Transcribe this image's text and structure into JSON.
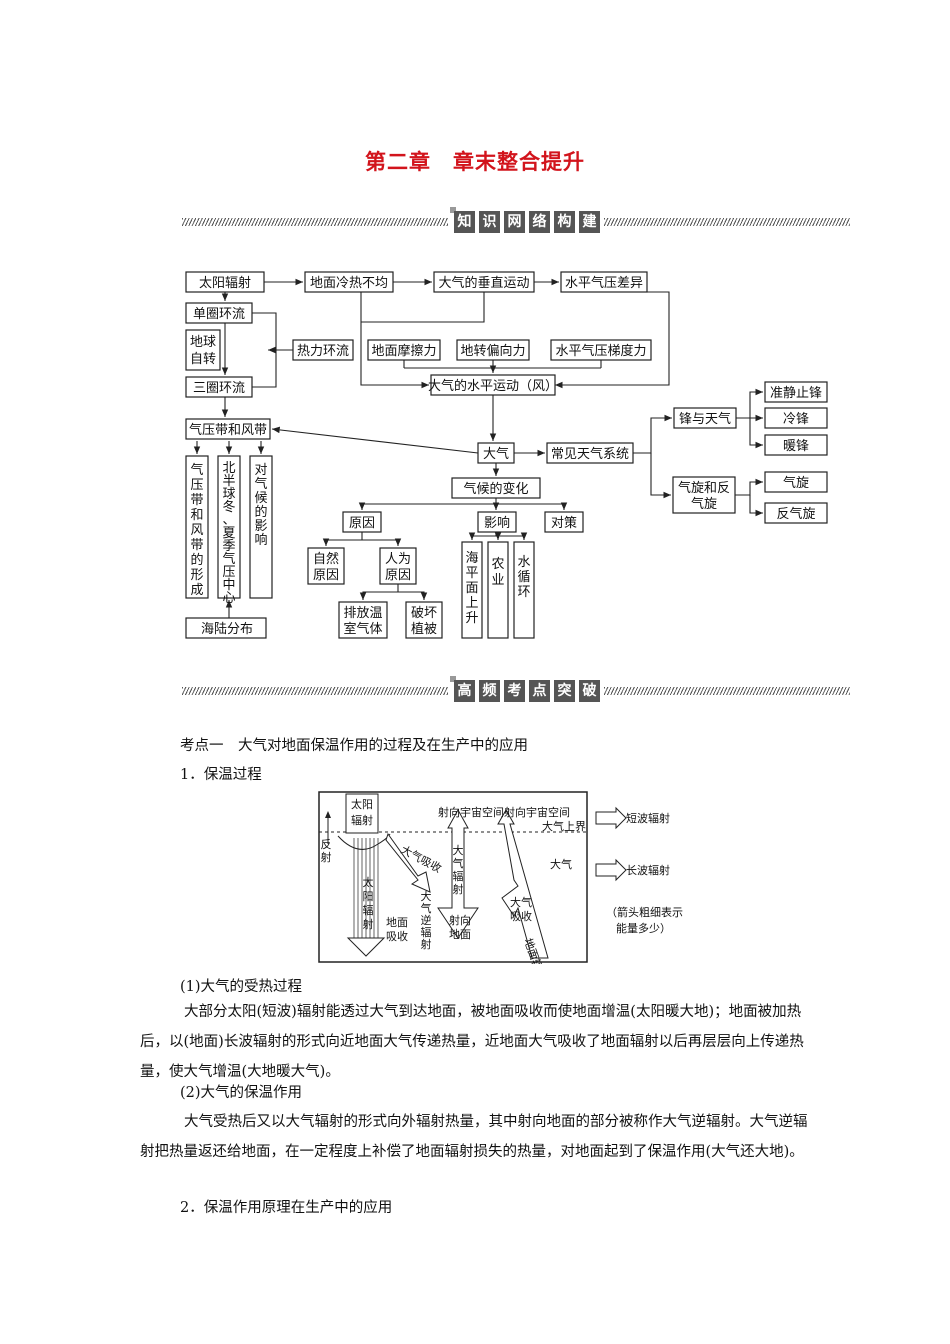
{
  "title": "第二章　章末整合提升",
  "section1": {
    "chars": [
      "知",
      "识",
      "网",
      "络",
      "构",
      "建"
    ]
  },
  "section2": {
    "chars": [
      "高",
      "频",
      "考",
      "点",
      "突",
      "破"
    ]
  },
  "mindmap": {
    "taiyang": "太阳辐射",
    "dimian_lengre": "地面冷热不均",
    "chuizhi": "大气的垂直运动",
    "shuiping_qiya": "水平气压差异",
    "danquan": "单圈环流",
    "diqiu_zizhuan": [
      "地球",
      "自转"
    ],
    "reli": "热力环流",
    "mocali": "地面摩擦力",
    "pianxiangli": "地转偏向力",
    "tiduli": "水平气压梯度力",
    "sanquan": "三圈环流",
    "shuiping_yundong": "大气的水平运动（风）",
    "qiyadai": "气压带和风带",
    "qiyadai_xingcheng": "气压带和风带的形成",
    "banqiu": "北半球冬、夏季气压中心",
    "qihou_yingxiang": "对气候的影响",
    "hailu": "海陆分布",
    "daqi": "大气",
    "tianqi": "常见天气系统",
    "feng": "锋与天气",
    "zhunjing": "准静止锋",
    "lengfeng": "冷锋",
    "nuanfeng": "暖锋",
    "qixuan": [
      "气旋和反",
      "气旋"
    ],
    "qixuan2": "气旋",
    "fanqixuan": "反气旋",
    "qihou_bianhua": "气候的变化",
    "yuanyin": "原因",
    "yingxiang": "影响",
    "duice": "对策",
    "ziran": [
      "自然",
      "原因"
    ],
    "renwei": [
      "人为",
      "原因"
    ],
    "paifang": [
      "排放温",
      "室气体"
    ],
    "pohuai": [
      "破坏",
      "植被"
    ],
    "haiping": "海平面上升",
    "nongye": [
      "农",
      "业"
    ],
    "shuixunhuan": "水循环"
  },
  "kaodian": "考点一　大气对地面保温作用的过程及在生产中的应用",
  "item1": "1．保温过程",
  "diagram": {
    "taiyang_fushe": [
      "太",
      "阳",
      "辐",
      "射"
    ],
    "sheXiang1": "射向宇宙空间",
    "sheXiang2": "射向宇宙空间",
    "daqi_shangjie": "大气上界",
    "fanshe": [
      "反",
      "射"
    ],
    "daqi_xishou": "大气吸收",
    "taiyang_col": [
      "太",
      "阳",
      "辐",
      "射"
    ],
    "daqi_fushe": [
      "大",
      "气",
      "辐",
      "射"
    ],
    "dimian_xishou": [
      "地面",
      "吸收"
    ],
    "daqi_ni": [
      "大",
      "气",
      "逆",
      "辐",
      "射"
    ],
    "shexiang_dimian": [
      "射向",
      "地面"
    ],
    "daqi_label": "大气",
    "daqi_xishou2": [
      "大气",
      "吸收"
    ],
    "dimian_fushe": "地面辐射",
    "legend_short": "短波辐射",
    "legend_long": "长波辐射",
    "legend_note": [
      "（箭头粗细表示",
      "能量多少）"
    ]
  },
  "sub1": "(1)大气的受热过程",
  "para1": "大部分太阳(短波)辐射能透过大气到达地面，被地面吸收而使地面增温(太阳暖大地)；地面被加热后，以(地面)长波辐射的形式向近地面大气传递热量，近地面大气吸收了地面辐射以后再层层向上传递热量，使大气增温(大地暖大气)。",
  "sub2": "(2)大气的保温作用",
  "para2": "大气受热后又以大气辐射的形式向外辐射热量，其中射向地面的部分被称作大气逆辐射。大气逆辐射把热量返还给地面，在一定程度上补偿了地面辐射损失的热量，对地面起到了保温作用(大气还大地)。",
  "item2": "2．保温作用原理在生产中的应用"
}
